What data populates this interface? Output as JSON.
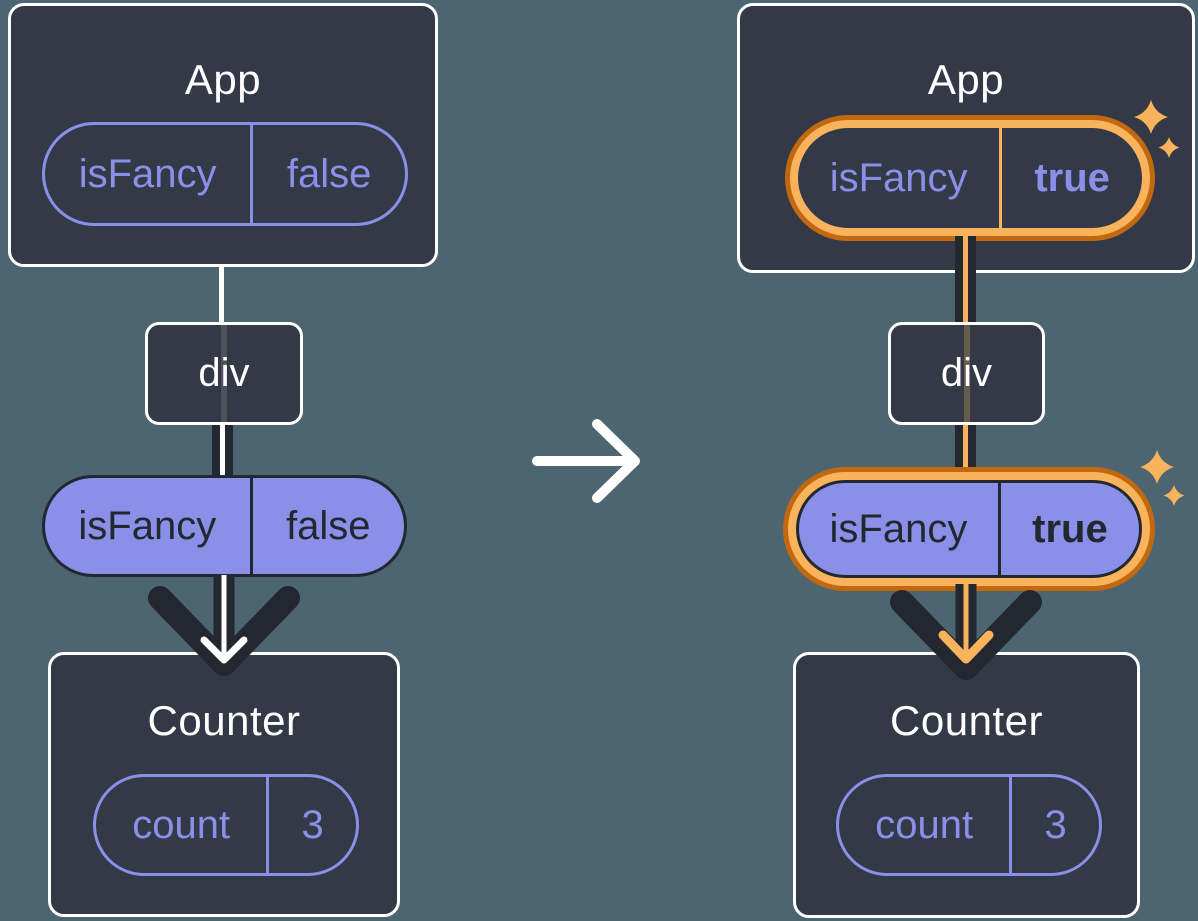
{
  "colors": {
    "background": "#4C6570",
    "box_fill": "#333946",
    "box_border": "#FFFFFF",
    "purple": "#8A90E8",
    "dark": "#23272F",
    "orange_dark": "#C2690F",
    "orange_light": "#F8B35C",
    "white": "#FFFFFF"
  },
  "left_tree": {
    "app": {
      "title": "App",
      "prop": {
        "name": "isFancy",
        "value": "false"
      }
    },
    "div_node": {
      "label": "div"
    },
    "passed_prop": {
      "name": "isFancy",
      "value": "false"
    },
    "counter": {
      "title": "Counter",
      "state": {
        "name": "count",
        "value": "3"
      }
    }
  },
  "right_tree": {
    "app": {
      "title": "App",
      "prop": {
        "name": "isFancy",
        "value": "true"
      }
    },
    "div_node": {
      "label": "div"
    },
    "passed_prop": {
      "name": "isFancy",
      "value": "true"
    },
    "counter": {
      "title": "Counter",
      "state": {
        "name": "count",
        "value": "3"
      }
    }
  }
}
